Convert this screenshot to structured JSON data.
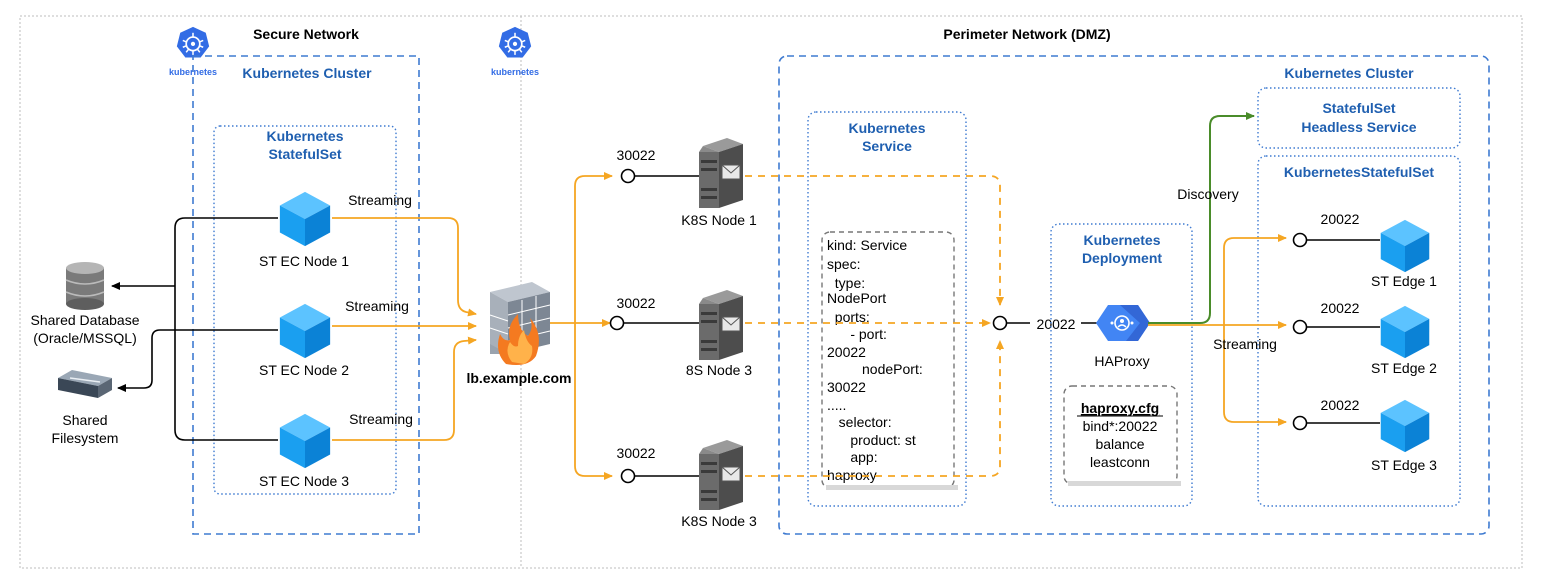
{
  "zones": {
    "secure_title": "Secure Network",
    "dmz_title": "Perimeter Network (DMZ)"
  },
  "k8s_logo_text": "kubernetes",
  "left_cluster": {
    "title": "Kubernetes Cluster",
    "statefulset_title": [
      "Kubernetes",
      "StatefulSet"
    ],
    "nodes": [
      "ST EC Node 1",
      "ST EC Node 2",
      "ST EC Node 3"
    ],
    "stream_labels": [
      "Streaming",
      "Streaming",
      "Streaming"
    ]
  },
  "shared": {
    "database": [
      "Shared Database",
      "(Oracle/MSSQL)"
    ],
    "filesystem": [
      "Shared",
      "Filesystem"
    ]
  },
  "load_balancer": {
    "label": "lb.example.com"
  },
  "k8s_nodes": {
    "ports": [
      "30022",
      "30022",
      "30022"
    ],
    "labels": [
      "K8S Node 1",
      "8S Node 3",
      "K8S Node 3"
    ]
  },
  "right_cluster": {
    "title": "Kubernetes Cluster",
    "service": {
      "title": [
        "Kubernetes",
        "Service"
      ],
      "yaml": [
        "kind: Service",
        "spec:",
        "  type:",
        "NodePort",
        "  ports:",
        "      - port:",
        "20022",
        "         nodePort:",
        "30022",
        ".....",
        "   selector:",
        "      product: st",
        "      app:",
        "haproxy"
      ]
    },
    "deployment": {
      "title": [
        "Kubernetes",
        "Deployment"
      ],
      "port": "20022",
      "app": "HAProxy",
      "cfg_title": "haproxy.cfg",
      "cfg_lines": [
        "bind*:20022",
        "balance",
        "leastconn"
      ]
    },
    "headless": {
      "title": [
        "StatefulSet",
        "Headless Service"
      ]
    },
    "edge_set": {
      "title": "KubernetesStatefulSet",
      "ports": [
        "20022",
        "20022",
        "20022"
      ],
      "nodes": [
        "ST Edge 1",
        "ST Edge 2",
        "ST Edge 3"
      ]
    },
    "discovery_label": "Discovery",
    "streaming_label": "Streaming"
  },
  "colors": {
    "orange": "#f5a623",
    "green": "#4a8c2a",
    "blue_dash": "#3f7bd1",
    "blue_text": "#1f5fb0",
    "cube": "#1a9ff0",
    "k8s": "#326ce5"
  }
}
